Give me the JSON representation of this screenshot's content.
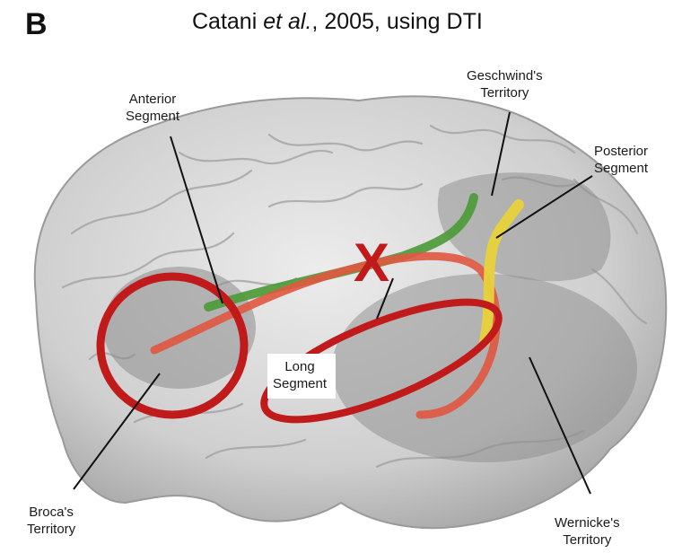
{
  "panel_letter": "B",
  "title": {
    "prefix": "Catani ",
    "italic": "et al.",
    "suffix": ", 2005, using DTI"
  },
  "labels": {
    "anterior_segment": [
      "Anterior",
      "Segment"
    ],
    "geschwind": [
      "Geschwind's",
      "Territory"
    ],
    "posterior_segment": [
      "Posterior",
      "Segment"
    ],
    "long_segment": [
      "Long",
      "Segment"
    ],
    "broca": [
      "Broca's",
      "Territory"
    ],
    "wernicke": [
      "Wernicke's",
      "Territory"
    ]
  },
  "annotation_mark": "X",
  "colors": {
    "anterior_tract": "#4e9a3a",
    "long_tract": "#e0573f",
    "posterior_tract": "#e8d23a",
    "annotation": "#c01a1a",
    "territory": "#8c8c8c",
    "brain": "#d9d9d9"
  }
}
